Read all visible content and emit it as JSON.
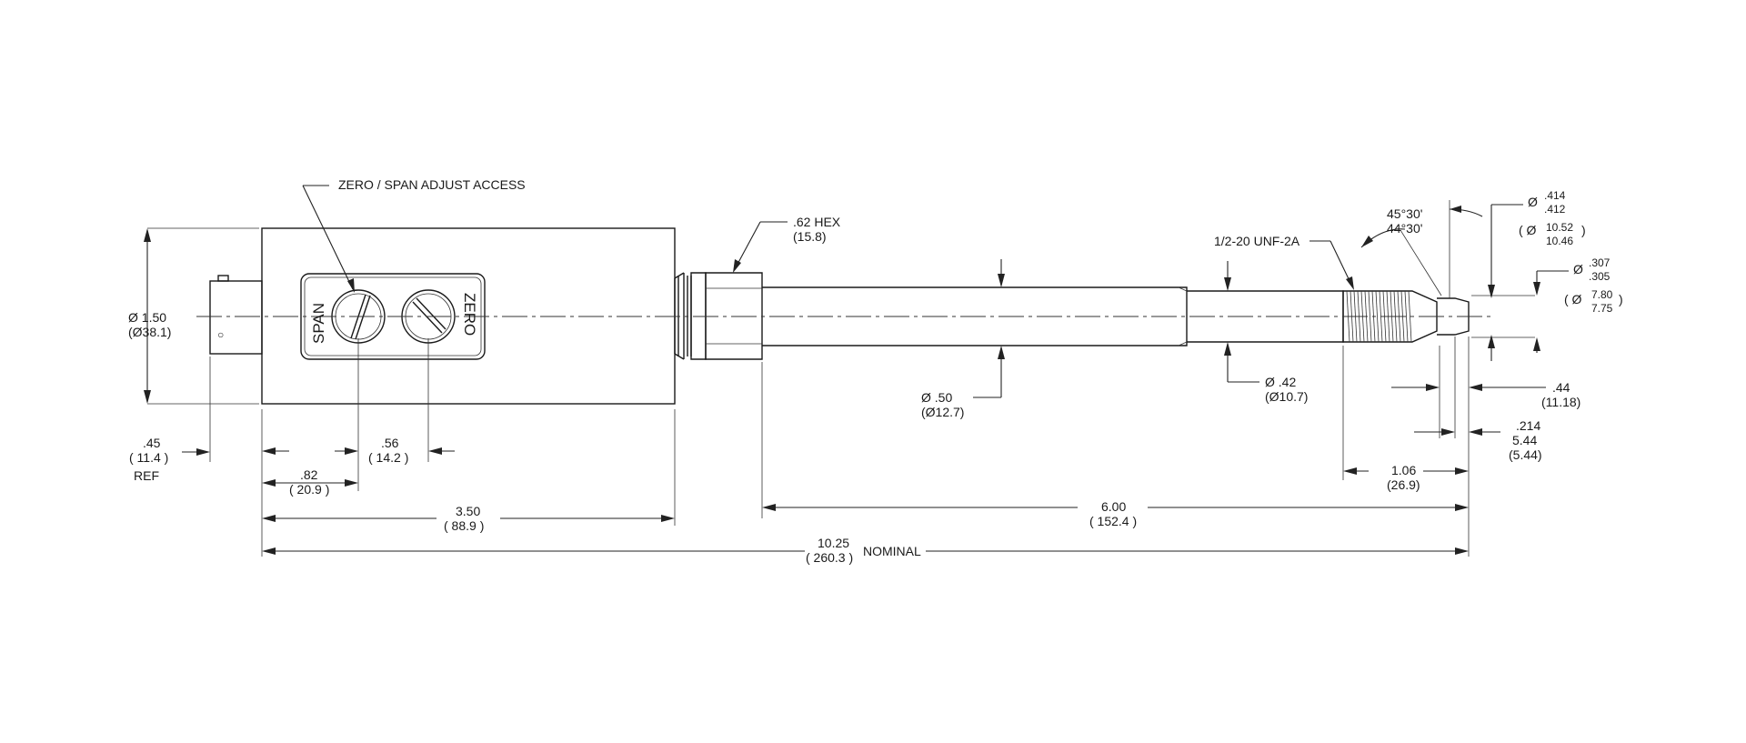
{
  "labels": {
    "zero_span_callout": "ZERO / SPAN ADJUST ACCESS",
    "span": "SPAN",
    "zero": "ZERO",
    "hex_in": ".62 HEX",
    "hex_mm": "(15.8)",
    "thread": "1/2-20 UNF-2A",
    "angle_max": "45°30'",
    "angle_min": "44°30'",
    "tip_dia_in_hi": ".414",
    "tip_dia_in_lo": ".412",
    "tip_dia_mm_hi": "10.52",
    "tip_dia_mm_lo": "10.46",
    "nose_dia_in_hi": ".307",
    "nose_dia_in_lo": ".305",
    "nose_dia_mm_hi": "7.80",
    "nose_dia_mm_lo": "7.75",
    "body_dia_in": "Ø 1.50",
    "body_dia_mm": "(Ø38.1)",
    "connector_in": ".45",
    "connector_mm": "( 11.4 )",
    "connector_ref": "REF",
    "span_pos_in": ".82",
    "span_pos_mm": "( 20.9 )",
    "zero_pos_in": ".56",
    "zero_pos_mm": "( 14.2 )",
    "body_len_in": "3.50",
    "body_len_mm": "( 88.9 )",
    "stem_dia_in": "Ø .50",
    "stem_dia_mm": "(Ø12.7)",
    "reduced_dia_in": "Ø .42",
    "reduced_dia_mm": "(Ø10.7)",
    "stem_len_in": "6.00",
    "stem_len_mm": "( 152.4 )",
    "thread_len_in": "1.06",
    "thread_len_mm": "(26.9)",
    "tip_len_in": ".44",
    "tip_len_mm": "(11.18)",
    "nose_len_in": ".214",
    "nose_len_mm_a": "5.44",
    "nose_len_mm_b": "(5.44)",
    "overall_in": "10.25",
    "overall_mm": "( 260.3 )",
    "overall_note": "NOMINAL",
    "dia_symbol": "Ø",
    "paren_open": "(",
    "paren_close": ")",
    "paren_open_dia": "( Ø",
    "connector_mark": "○"
  }
}
